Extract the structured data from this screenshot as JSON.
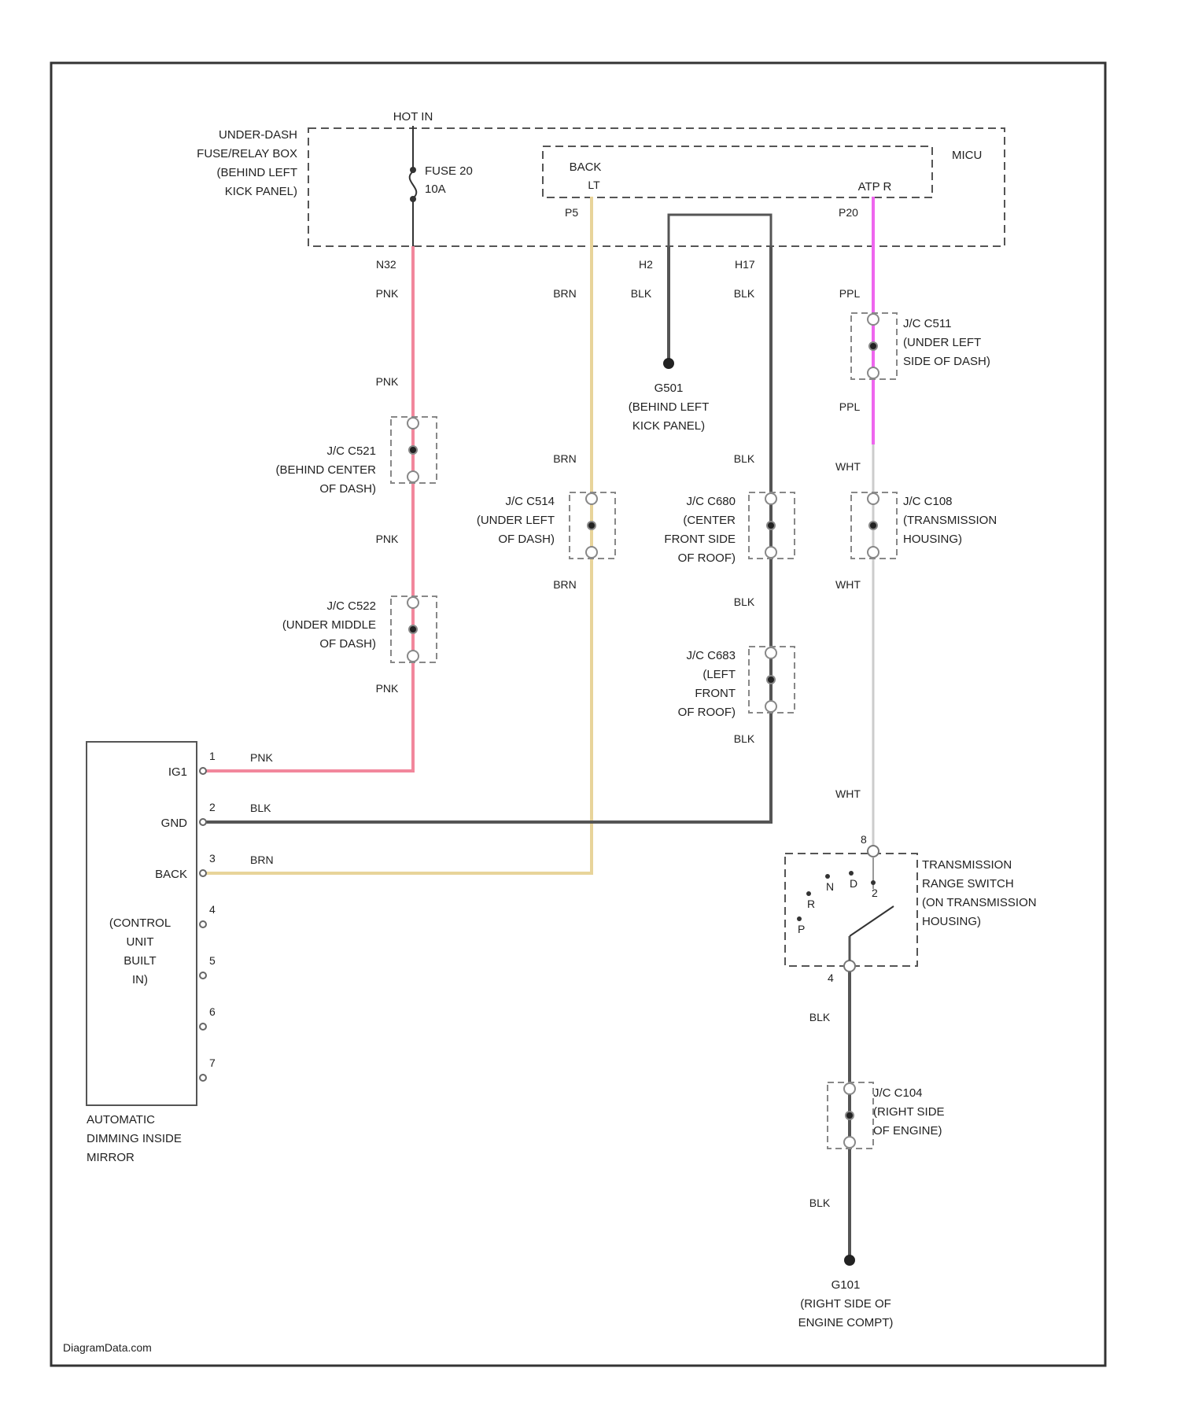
{
  "colors": {
    "PNK": "#f2879c",
    "BRN": "#e8d49a",
    "BLK": "#555555",
    "PPL": "#ee66ee",
    "WHT": "#cccccc"
  },
  "fuse_box": {
    "label": [
      "UNDER-DASH",
      "FUSE/RELAY BOX",
      "(BEHIND LEFT",
      "KICK PANEL)"
    ],
    "hot_in": "HOT IN",
    "fuse": [
      "FUSE 20",
      "10A"
    ],
    "back_label": [
      "BACK",
      "LT"
    ],
    "mcu": "MICU",
    "atp_r": "ATP R",
    "pins": {
      "fuse_out": "N32",
      "back": "P5",
      "gnd_a": "H2",
      "gnd_b": "H17",
      "atp": "P20"
    }
  },
  "wire_labels": {
    "pnk": "PNK",
    "brn": "BRN",
    "blk": "BLK",
    "ppl": "PPL",
    "wht": "WHT"
  },
  "grounds": {
    "g501": [
      "G501",
      "(BEHIND LEFT",
      "KICK PANEL)"
    ],
    "g101": [
      "G101",
      "(RIGHT SIDE OF",
      "ENGINE COMPT)"
    ]
  },
  "connectors": {
    "c521": [
      "J/C C521",
      "(BEHIND CENTER",
      "OF DASH)"
    ],
    "c522": [
      "J/C C522",
      "(UNDER MIDDLE",
      "OF DASH)"
    ],
    "c514": [
      "J/C C514",
      "(UNDER LEFT",
      "OF DASH)"
    ],
    "c680": [
      "J/C C680",
      "(CENTER",
      "FRONT SIDE",
      "OF ROOF)"
    ],
    "c683": [
      "J/C C683",
      "(LEFT",
      "FRONT",
      "OF ROOF)"
    ],
    "c511": [
      "J/C C511",
      "(UNDER LEFT",
      "SIDE OF DASH)"
    ],
    "c108": [
      "J/C C108",
      "(TRANSMISSION",
      "HOUSING)"
    ],
    "c104": [
      "J/C C104",
      "(RIGHT SIDE",
      "OF ENGINE)"
    ]
  },
  "mirror": {
    "pins": [
      {
        "num": "1",
        "label": "IG1"
      },
      {
        "num": "2",
        "label": "GND"
      },
      {
        "num": "3",
        "label": "BACK"
      },
      {
        "num": "4",
        "label": ""
      },
      {
        "num": "5",
        "label": ""
      },
      {
        "num": "6",
        "label": ""
      },
      {
        "num": "7",
        "label": ""
      }
    ],
    "control_unit": [
      "(CONTROL",
      "UNIT",
      "BUILT",
      "IN)"
    ],
    "name": [
      "AUTOMATIC",
      "DIMMING INSIDE",
      "MIRROR"
    ]
  },
  "trans_switch": {
    "label": [
      "TRANSMISSION",
      "RANGE SWITCH",
      "(ON TRANSMISSION",
      "HOUSING)"
    ],
    "pin_top": "8",
    "pin_bottom": "4",
    "positions": [
      "P",
      "R",
      "N",
      "D",
      "2"
    ]
  },
  "watermark": "DiagramData.com"
}
